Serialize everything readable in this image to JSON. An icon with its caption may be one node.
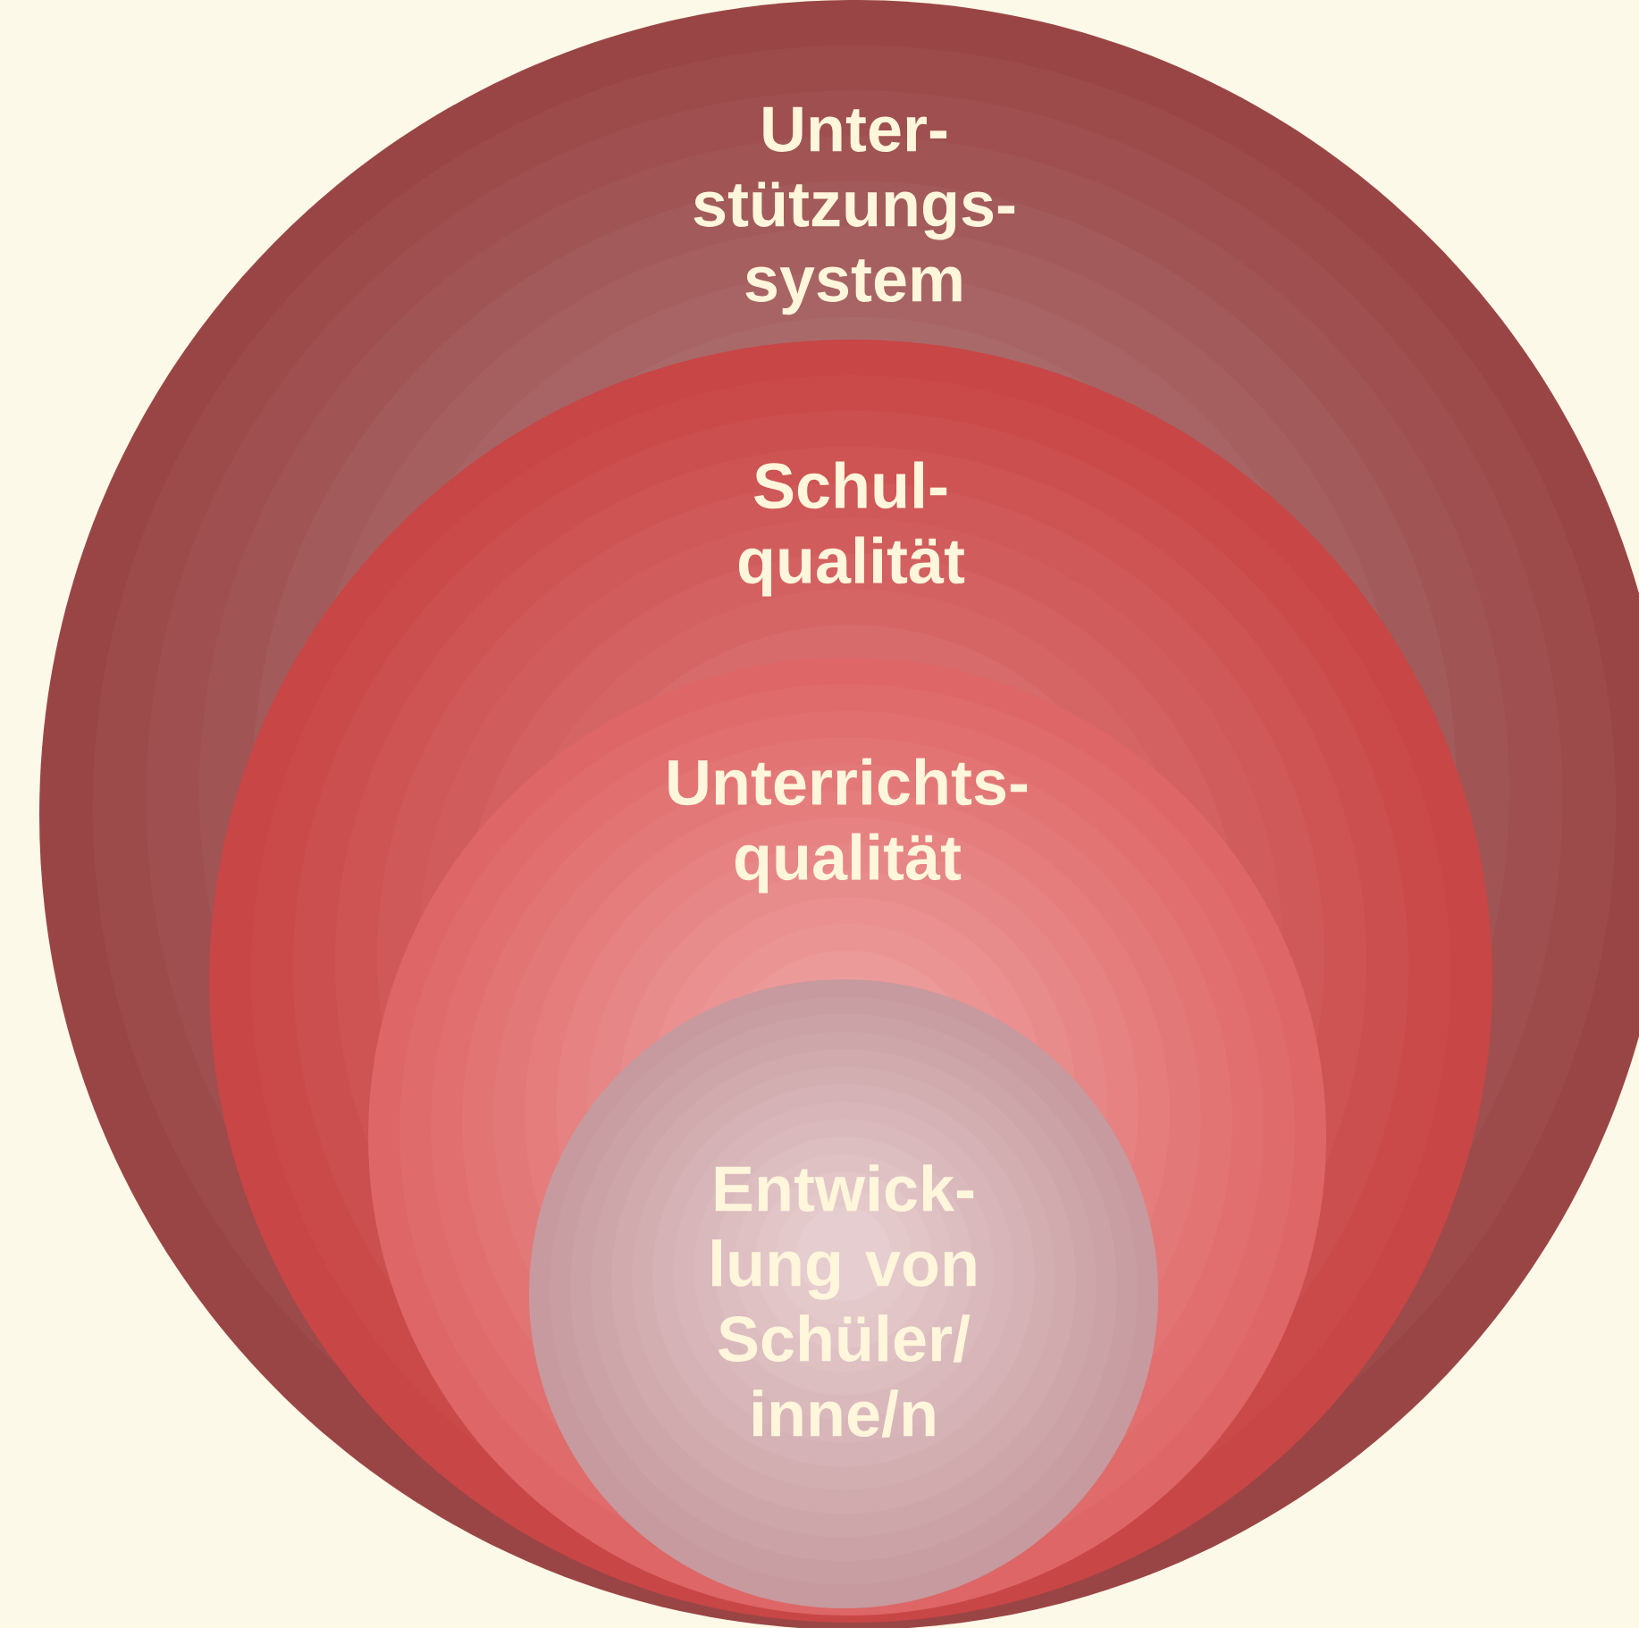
{
  "diagram": {
    "nodes": [
      {
        "text": [
          "Unter- stützungs- system"
        ]
      },
      {
        "text": [
          "Schul- qualität"
        ],
        "in": 0
      },
      {
        "text": [
          "Unterrichts- qualität"
        ],
        "in": 1
      },
      {
        "text": [
          "Entwick- lung von Schüler/ inne/n"
        ],
        "in": 2
      }
    ]
  }
}
